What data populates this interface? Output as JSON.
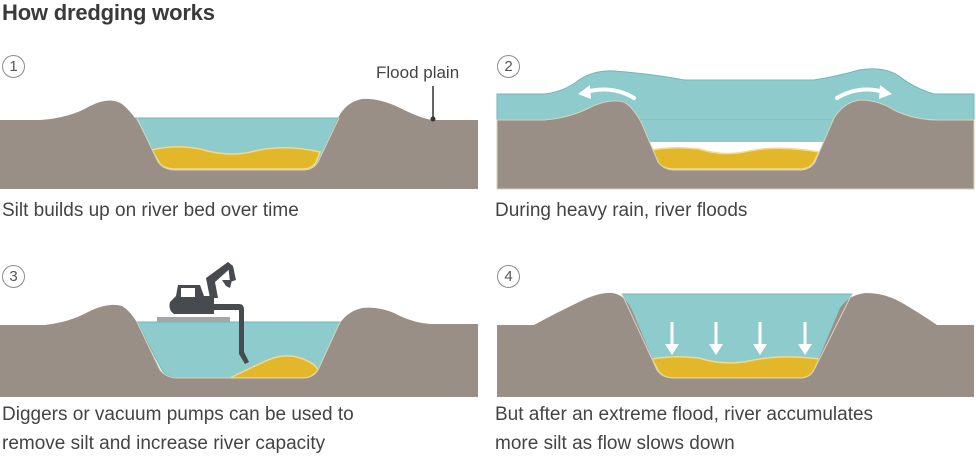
{
  "title": "How dredging works",
  "colors": {
    "ground": "#9a8f87",
    "water": "#8ecbcc",
    "water_edge": "#6fb7b8",
    "silt": "#e3b72a",
    "silt_edge": "#f3d989",
    "digger": "#474b4f",
    "pontoon": "#a3a7a5",
    "arrow": "#ffffff",
    "text": "#444444"
  },
  "panels": [
    {
      "step": "1",
      "caption": "Silt builds up on river bed over time",
      "label": "Flood plain",
      "icons": [
        "river-cross-section",
        "silt-layer",
        "flood-plain-pointer"
      ]
    },
    {
      "step": "2",
      "caption": "During heavy rain, river floods",
      "icons": [
        "river-cross-section",
        "flood-water",
        "overflow-arrow-left",
        "overflow-arrow-right"
      ]
    },
    {
      "step": "3",
      "caption_lines": [
        "Diggers or vacuum pumps can be used to",
        "remove silt and increase river capacity"
      ],
      "icons": [
        "river-cross-section",
        "digger-on-pontoon",
        "silt-pile"
      ]
    },
    {
      "step": "4",
      "caption_lines": [
        "But after an extreme flood, river accumulates",
        "more silt as flow slows down"
      ],
      "icons": [
        "river-cross-section",
        "settling-arrows",
        "silt-layer"
      ]
    }
  ]
}
